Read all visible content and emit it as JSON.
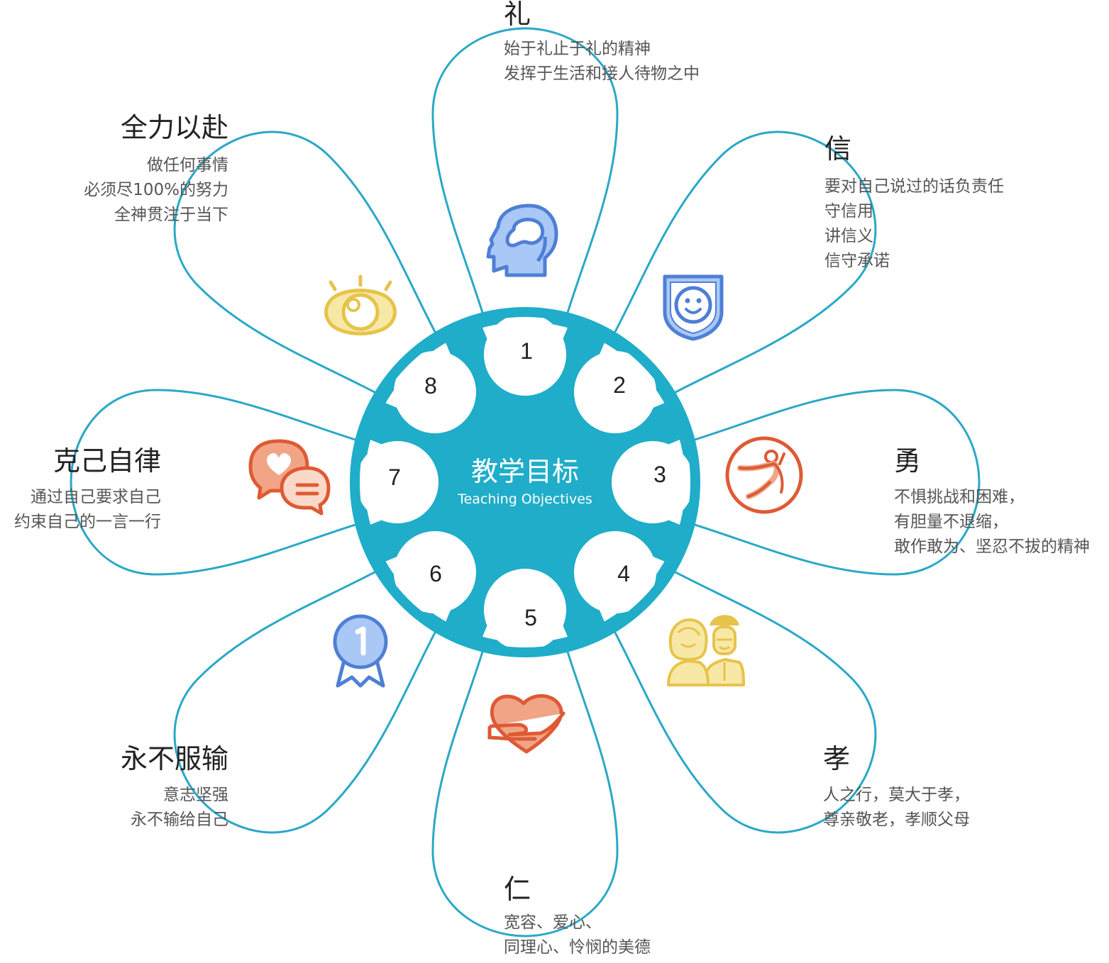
{
  "center": {
    "title": "教学目标",
    "subtitle": "Teaching Objectives"
  },
  "colors": {
    "teal": "#1fadc9",
    "petal_stroke": "#2aa8c6",
    "dot": "#d0d0d0",
    "blue": "#4f7fd6",
    "blue_fill": "#a9c8f5",
    "yellow": "#e8c34a",
    "yellow_fill": "#f8e8a6",
    "orange": "#de5a35",
    "orange_fill": "#f1a586"
  },
  "segments": [
    {
      "number": "1",
      "icon": "head-brain-icon"
    },
    {
      "number": "2",
      "icon": "smiley-shield-icon"
    },
    {
      "number": "3",
      "icon": "jumping-person-icon"
    },
    {
      "number": "4",
      "icon": "elderly-couple-icon"
    },
    {
      "number": "5",
      "icon": "hand-heart-icon"
    },
    {
      "number": "6",
      "icon": "medal-ribbon-icon"
    },
    {
      "number": "7",
      "icon": "chat-heart-icon"
    },
    {
      "number": "8",
      "icon": "eye-icon"
    }
  ],
  "values": [
    {
      "title": "礼",
      "lines": [
        "始于礼止于礼的精神",
        "发挥于生活和接人待物之中"
      ]
    },
    {
      "title": "信",
      "lines": [
        "要对自己说过的话负责任",
        "守信用",
        "讲信义",
        "信守承诺"
      ]
    },
    {
      "title": "勇",
      "lines": [
        "不惧挑战和困难，",
        "有胆量不退缩，",
        "敢作敢为、坚忍不拔的精神"
      ]
    },
    {
      "title": "孝",
      "lines": [
        "人之行，莫大于孝，",
        "尊亲敬老，孝顺父母"
      ]
    },
    {
      "title": "仁",
      "lines": [
        "宽容、爱心、",
        "同理心、怜悯的美德"
      ]
    },
    {
      "title": "永不服输",
      "lines": [
        "意志坚强",
        "永不输给自己"
      ]
    },
    {
      "title": "克己自律",
      "lines": [
        "通过自己要求自己",
        "约束自己的一言一行"
      ]
    },
    {
      "title": "全力以赴",
      "lines": [
        "做任何事情",
        "必须尽100%的努力",
        "全神贯注于当下"
      ]
    }
  ]
}
